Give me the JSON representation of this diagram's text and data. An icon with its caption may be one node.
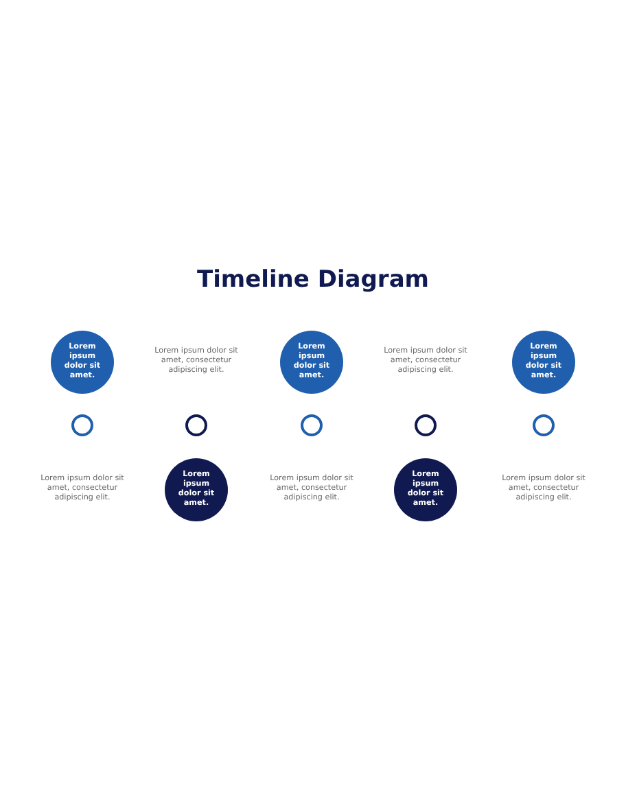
{
  "diagram": {
    "title": "Timeline Diagram",
    "nodes": [
      {
        "text": [
          "Lorem ipsum dolor sit amet."
        ]
      },
      {
        "text": [
          "Lorem ipsum dolor sit amet."
        ]
      },
      {
        "text": [
          "Lorem ipsum dolor sit amet."
        ]
      },
      {
        "text": [],
        "shape": "circle"
      },
      {
        "text": [],
        "shape": "circle"
      },
      {
        "text": [],
        "shape": "circle"
      },
      {
        "text": [],
        "shape": "circle"
      },
      {
        "text": [],
        "shape": "circle"
      },
      {
        "text": [
          "Lorem ipsum dolor sit amet."
        ]
      },
      {
        "text": [
          "Lorem ipsum dolor sit amet."
        ]
      }
    ],
    "edges": [],
    "labels": [
      "Lorem ipsum dolor sit amet, consectetur adipiscing elit.",
      "Lorem ipsum dolor sit amet, consectetur adipiscing elit.",
      "Lorem ipsum dolor sit amet, consectetur adipiscing elit.",
      "Lorem ipsum dolor sit amet, consectetur adipiscing elit.",
      "Lorem ipsum dolor sit amet, consectetur adipiscing elit."
    ]
  }
}
